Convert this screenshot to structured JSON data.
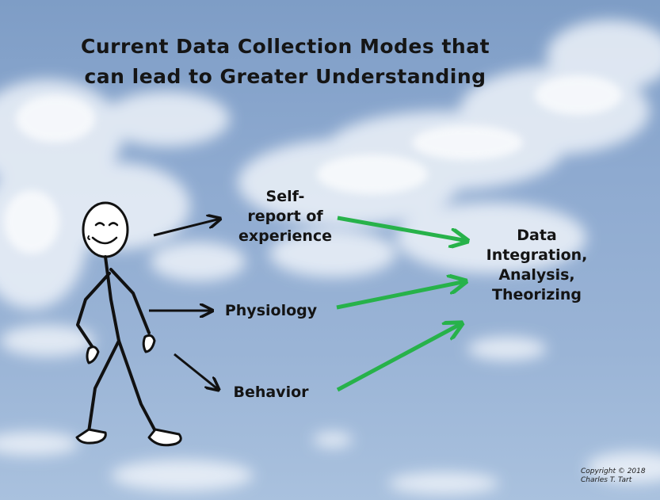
{
  "title": {
    "line1": "Current Data Collection Modes that",
    "line2": "can lead to Greater Understanding"
  },
  "nodes": {
    "self_report": [
      "Self-",
      "report of",
      "experience"
    ],
    "physiology": "Physiology",
    "behavior": "Behavior",
    "data": [
      "Data",
      "Integration,",
      "Analysis,",
      "Theorizing"
    ]
  },
  "copyright": [
    "Copyright © 2018",
    "Charles T. Tart"
  ],
  "colors": {
    "sky_top": "#7e9dc6",
    "sky_bottom": "#a9c1de",
    "black_arrow": "#111111",
    "green_arrow": "#27b24a"
  },
  "icons": {
    "figure": "stick-figure-person"
  }
}
